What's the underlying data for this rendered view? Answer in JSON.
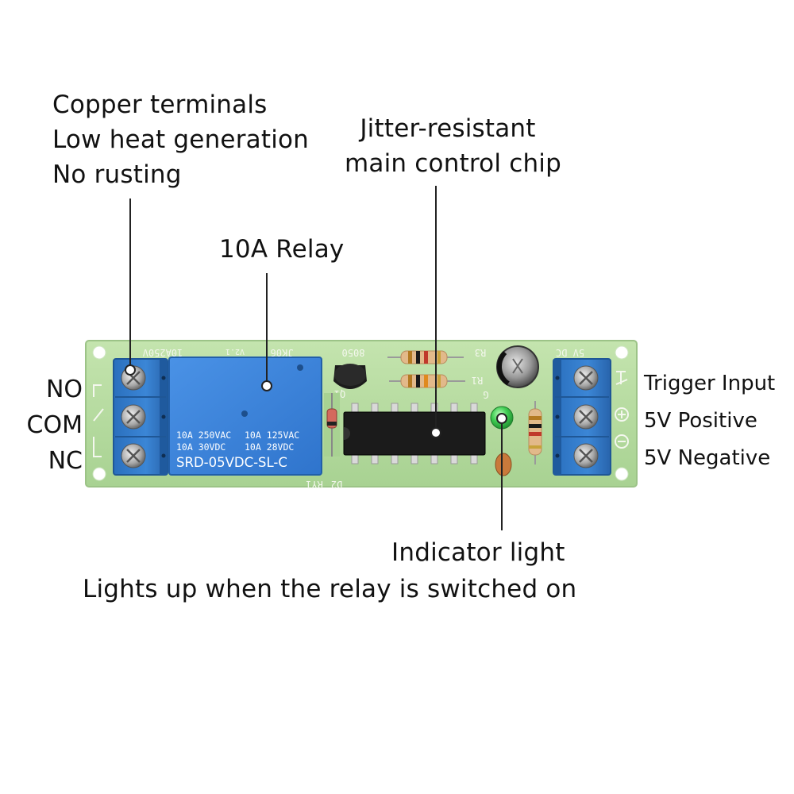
{
  "callouts": {
    "terminals": [
      "Copper terminals",
      "Low heat generation",
      "No rusting"
    ],
    "relay": "10A Relay",
    "chip": [
      "Jitter-resistant",
      "main control chip"
    ],
    "indicator": [
      "Indicator light",
      "Lights up when the relay is switched on"
    ]
  },
  "left_terminals": [
    "NO",
    "COM",
    "NC"
  ],
  "right_terminals": [
    "Trigger Input",
    "5V Positive",
    "5V Negative"
  ],
  "relay_markings": {
    "line1a": "10A 250VAC",
    "line1b": "10A 125VAC",
    "line2a": "10A  30VDC",
    "line2b": "10A  28VDC",
    "model": "SRD-05VDC-SL-C"
  },
  "silkscreen": {
    "top_left": "10A250V",
    "version": "V2.1",
    "board_id": "JK06",
    "transistor": "8050",
    "r3": "R3",
    "power": "5V DC",
    "q1": "Q1",
    "r1": "R1",
    "g": "G",
    "d2": "D2",
    "ry1": "RY1"
  },
  "colors": {
    "pcb": "#b6dba0",
    "terminal_block": "#2f79c6",
    "relay": "#3c86dd",
    "chip": "#1b1b1b",
    "led": "#37c24a"
  }
}
